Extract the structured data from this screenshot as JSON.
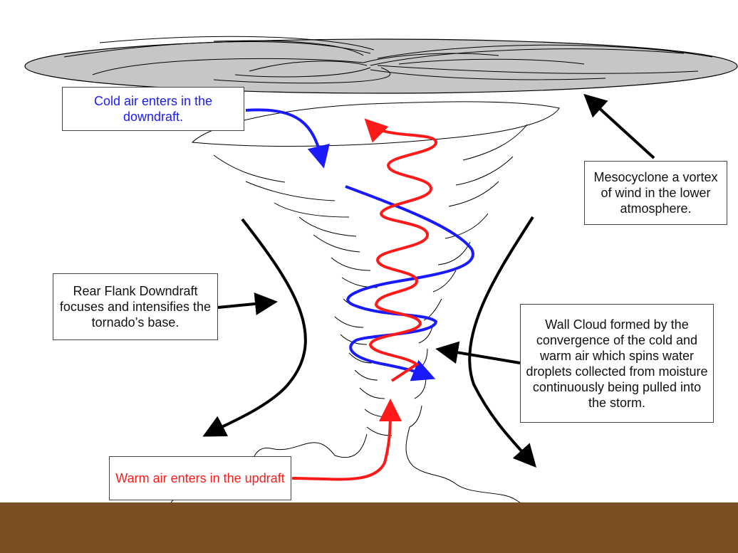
{
  "labels": {
    "cold_air": "Cold air enters  in the downdraft.",
    "mesocyclone": "Mesocyclone a vortex of wind in the lower atmosphere.",
    "rear_flank": "Rear Flank Downdraft focuses and intensifies the tornado’s base.",
    "wall_cloud": "Wall Cloud formed by the convergence of the cold and warm air which spins water droplets collected from moisture continuously being pulled into the storm.",
    "warm_air": "Warm air enters in the updraft"
  },
  "colors": {
    "cold": "#1a1aff",
    "warm": "#ff1a1a",
    "ground": "#7a4f24",
    "cloud": "#c6c6c6",
    "outline": "#000000"
  }
}
